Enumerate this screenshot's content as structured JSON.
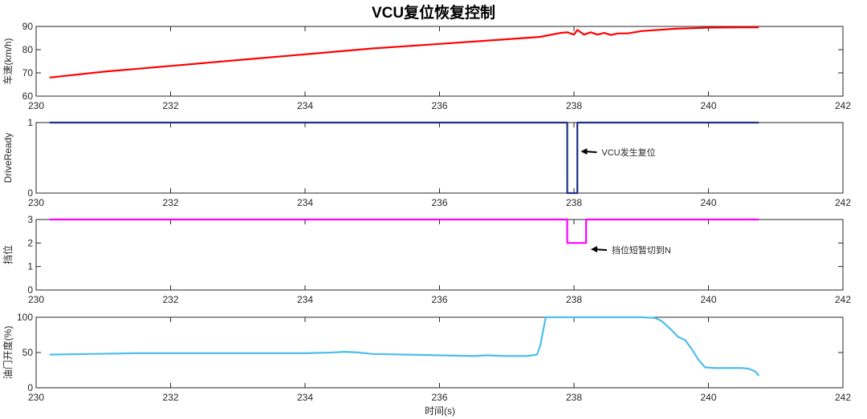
{
  "figure": {
    "title": "VCU复位恢复控制",
    "xlabel": "时间(s)"
  },
  "chart_data": [
    {
      "type": "line",
      "title": "VCU复位恢复控制",
      "xlabel": "",
      "ylabel": "车速(km/h)",
      "xlim": [
        230,
        242
      ],
      "ylim": [
        60,
        90
      ],
      "xticks": [
        230,
        232,
        234,
        236,
        238,
        240,
        242
      ],
      "yticks": [
        60,
        70,
        80,
        90
      ],
      "grid": false,
      "color": "#ff0000",
      "series": [
        {
          "name": "车速",
          "x": [
            230.2,
            231.0,
            232.0,
            233.0,
            234.0,
            235.0,
            236.0,
            237.0,
            237.5,
            237.8,
            237.9,
            238.0,
            238.05,
            238.15,
            238.25,
            238.35,
            238.45,
            238.55,
            238.65,
            238.8,
            239.0,
            239.5,
            240.0,
            240.5,
            240.75
          ],
          "y": [
            68,
            70.5,
            73,
            75.5,
            78,
            80.5,
            82.5,
            84.5,
            85.5,
            87.2,
            87.5,
            86.5,
            88.5,
            86.5,
            87.5,
            86.5,
            87.2,
            86.3,
            87,
            87,
            88,
            89,
            89.5,
            89.6,
            89.6
          ]
        }
      ]
    },
    {
      "type": "line",
      "ylabel": "DriveReady",
      "xlim": [
        230,
        242
      ],
      "ylim": [
        0,
        1
      ],
      "xticks": [
        230,
        232,
        234,
        236,
        238,
        240,
        242
      ],
      "yticks": [
        0,
        1
      ],
      "grid": false,
      "color": "#1f2f8c",
      "series": [
        {
          "name": "DriveReady",
          "x": [
            230.2,
            237.9,
            237.9,
            238.05,
            238.05,
            240.75
          ],
          "y": [
            1,
            1,
            0,
            0,
            1,
            1
          ]
        }
      ],
      "annotations": [
        {
          "text": "VCU发生复位",
          "x": 238.1,
          "y": 0.58,
          "arrow": true
        }
      ]
    },
    {
      "type": "line",
      "ylabel": "挡位",
      "xlim": [
        230,
        242
      ],
      "ylim": [
        0,
        3
      ],
      "xticks": [
        230,
        232,
        234,
        236,
        238,
        240,
        242
      ],
      "yticks": [
        0,
        1,
        2,
        3
      ],
      "grid": false,
      "color": "#ff00ff",
      "series": [
        {
          "name": "挡位",
          "x": [
            230.2,
            237.9,
            237.9,
            238.18,
            238.18,
            240.75
          ],
          "y": [
            3,
            3,
            2,
            2,
            3,
            3
          ]
        }
      ],
      "annotations": [
        {
          "text": "挡位短暂切到N",
          "x": 238.25,
          "y": 1.7,
          "arrow": true
        }
      ]
    },
    {
      "type": "line",
      "ylabel": "油门开度(%)",
      "xlabel": "时间(s)",
      "xlim": [
        230,
        242
      ],
      "ylim": [
        0,
        100
      ],
      "xticks": [
        230,
        232,
        234,
        236,
        238,
        240,
        242
      ],
      "yticks": [
        0,
        50,
        100
      ],
      "grid": false,
      "color": "#4dbeee",
      "series": [
        {
          "name": "油门开度",
          "x": [
            230.2,
            230.8,
            231.5,
            232.0,
            233.0,
            234.0,
            234.4,
            234.6,
            234.8,
            235.0,
            235.5,
            236.0,
            236.5,
            236.7,
            237.0,
            237.3,
            237.45,
            237.5,
            237.58,
            237.6,
            238.0,
            238.5,
            239.0,
            239.2,
            239.3,
            239.45,
            239.55,
            239.65,
            239.75,
            239.85,
            239.95,
            240.1,
            240.5,
            240.6,
            240.7,
            240.75
          ],
          "y": [
            47,
            48,
            49,
            49,
            49,
            49,
            50,
            51,
            50,
            48,
            47,
            46,
            45,
            46,
            45,
            45,
            47,
            60,
            100,
            100,
            100,
            100,
            100,
            99,
            95,
            82,
            72,
            68,
            55,
            40,
            29,
            28,
            28,
            27,
            23,
            17
          ]
        }
      ]
    }
  ]
}
